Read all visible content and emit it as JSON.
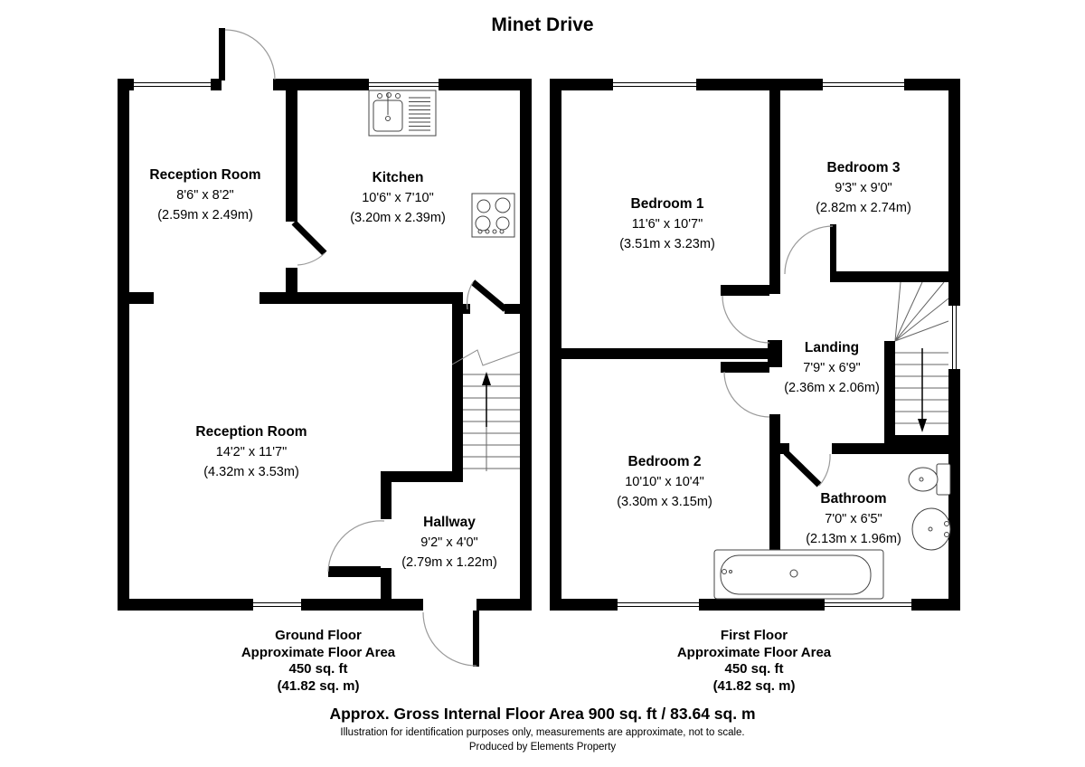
{
  "title": "Minet Drive",
  "ground_floor": {
    "rooms": [
      {
        "name": "Reception Room",
        "imperial": "8'6\" x 8'2\"",
        "metric": "(2.59m x 2.49m)"
      },
      {
        "name": "Kitchen",
        "imperial": "10'6\" x 7'10\"",
        "metric": "(3.20m x 2.39m)"
      },
      {
        "name": "Reception Room",
        "imperial": "14'2\" x 11'7\"",
        "metric": "(4.32m x 3.53m)"
      },
      {
        "name": "Hallway",
        "imperial": "9'2\" x 4'0\"",
        "metric": "(2.79m x 1.22m)"
      }
    ],
    "summary": {
      "floor": "Ground Floor",
      "area_label": "Approximate Floor Area",
      "area_ft": "450 sq. ft",
      "area_m": "(41.82 sq. m)"
    }
  },
  "first_floor": {
    "rooms": [
      {
        "name": "Bedroom 1",
        "imperial": "11'6\" x 10'7\"",
        "metric": "(3.51m x 3.23m)"
      },
      {
        "name": "Bedroom 3",
        "imperial": "9'3\" x 9'0\"",
        "metric": "(2.82m x 2.74m)"
      },
      {
        "name": "Landing",
        "imperial": "7'9\" x 6'9\"",
        "metric": "(2.36m x 2.06m)"
      },
      {
        "name": "Bedroom 2",
        "imperial": "10'10\" x 10'4\"",
        "metric": "(3.30m x 3.15m)"
      },
      {
        "name": "Bathroom",
        "imperial": "7'0\" x 6'5\"",
        "metric": "(2.13m x 1.96m)"
      }
    ],
    "summary": {
      "floor": "First Floor",
      "area_label": "Approximate Floor Area",
      "area_ft": "450 sq. ft",
      "area_m": "(41.82 sq. m)"
    }
  },
  "footer": {
    "gross_area": "Approx. Gross Internal Floor Area 900 sq. ft / 83.64 sq. m",
    "disclaimer": "Illustration for identification purposes only, measurements are approximate, not to scale.",
    "producer": "Produced by Elements Property"
  },
  "colors": {
    "wall": "#000000",
    "arc": "#9a9a9a",
    "stair_line": "#666666",
    "fixture": "#444444",
    "background": "#ffffff"
  }
}
